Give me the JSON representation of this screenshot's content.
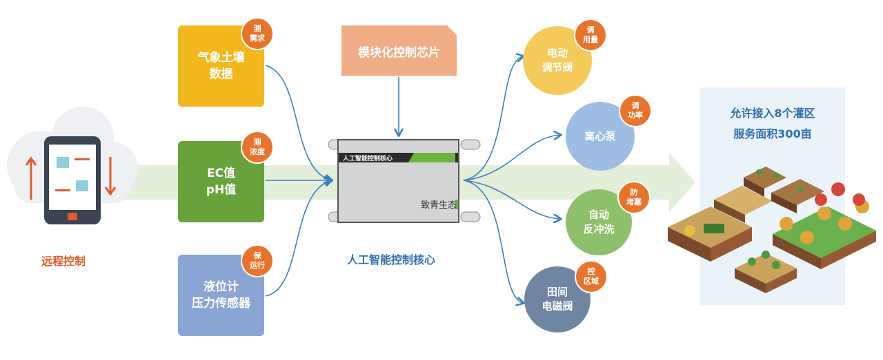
{
  "remote": {
    "label": "远程控制"
  },
  "inputs": [
    {
      "lines": [
        "气象土壤",
        "数据"
      ],
      "badge": [
        "测",
        "需求"
      ],
      "color": "#f2b71c"
    },
    {
      "lines": [
        "EC值",
        "pH值"
      ],
      "badge": [
        "测",
        "浓度"
      ],
      "color": "#67a23a"
    },
    {
      "lines": [
        "液位计",
        "压力传感器"
      ],
      "badge": [
        "保",
        "运行"
      ],
      "color": "#8aa4d4"
    }
  ],
  "chip": {
    "label": "模块化控制芯片"
  },
  "device": {
    "band_label": "人工智能控制核心",
    "brand": "致青生态",
    "caption": "人工智能控制核心"
  },
  "outputs": [
    {
      "lines": [
        "电动",
        "调节阀"
      ],
      "badge": [
        "调",
        "用量"
      ],
      "color": "#f5ca5a"
    },
    {
      "lines": [
        "离心泵"
      ],
      "badge": [
        "调",
        "功率"
      ],
      "color": "#9dbde3"
    },
    {
      "lines": [
        "自动",
        "反冲洗"
      ],
      "badge": [
        "防",
        "堵塞"
      ],
      "color": "#8dc06b"
    },
    {
      "lines": [
        "田间",
        "电磁阀"
      ],
      "badge": [
        "控",
        "区域"
      ],
      "color": "#6f86a3"
    }
  ],
  "farm": {
    "line1": "允许接入8个灌区",
    "line2": "服务面积300亩"
  }
}
